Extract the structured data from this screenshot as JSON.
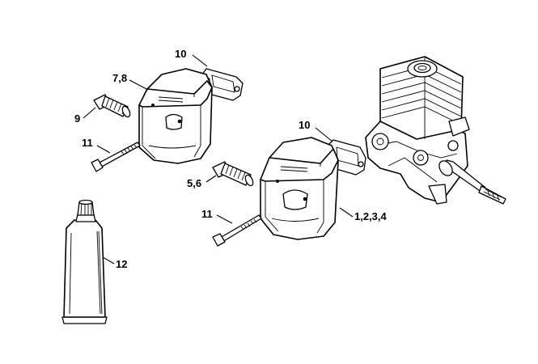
{
  "callouts": {
    "c10a": "10",
    "c78": "7,8",
    "c9": "9",
    "c11a": "11",
    "c10b": "10",
    "c56": "5,6",
    "c11b": "11",
    "c1234": "1,2,3,4",
    "c12": "12"
  }
}
